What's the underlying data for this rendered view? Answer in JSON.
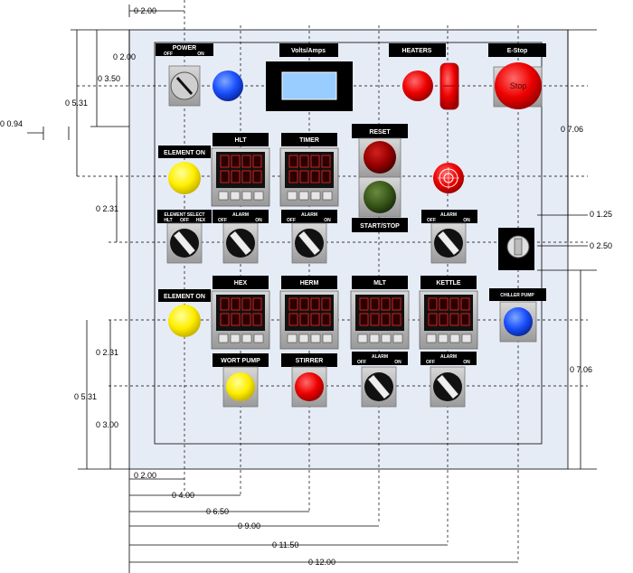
{
  "labels": {
    "power": "POWER",
    "power_off": "OFF",
    "power_on": "ON",
    "volts_amps": "Volts/Amps",
    "heaters": "HEATERS",
    "estop": "E-Stop",
    "estop_button": "Stop",
    "element_on_1": "ELEMENT ON",
    "element_on_2": "ELEMENT ON",
    "hlt": "HLT",
    "timer": "TIMER",
    "reset": "RESET",
    "start_stop": "START/STOP",
    "element_select": "ELEMENT SELECT",
    "es_hlt": "HLT",
    "es_off": "OFF",
    "es_hex": "HEX",
    "alarm": "ALARM",
    "off": "OFF",
    "on": "ON",
    "hex": "HEX",
    "herm": "HERM",
    "mlt": "MLT",
    "kettle": "KETTLE",
    "chiller_pump": "CHILLER PUMP",
    "wort_pump": "WORT PUMP",
    "stirrer": "STIRRER"
  },
  "dimensions": {
    "top_2_00": "0 2.00",
    "left_2_00": "0 2.00",
    "left_3_50": "0 3.50",
    "left_5_31_top": "0 5.31",
    "left_0_94": "0 0.94",
    "left_2_31_top": "0 2.31",
    "left_5_31_bottom": "0 5.31",
    "left_2_31_bottom": "0 2.31",
    "left_3_00": "0 3.00",
    "right_7_06_top": "0 7.06",
    "right_1_25": "0 1.25",
    "right_2_50": "0 2.50",
    "right_7_06_bottom": "0 7.06",
    "bottom_2_00": "0 2.00",
    "bottom_4_00": "0 4.00",
    "bottom_6_50": "0 6.50",
    "bottom_9_00": "0 9.00",
    "bottom_11_50": "0 11.50",
    "bottom_12_00": "0 12.00"
  },
  "colors": {
    "panel": "#e6ecf6",
    "label_bg": "#000000",
    "indicator_blue": "#1a4fff",
    "indicator_yellow": "#ffee00",
    "indicator_red": "#ee0000",
    "display_screen": "#99ccff",
    "button_green": "#3a5a1a"
  }
}
